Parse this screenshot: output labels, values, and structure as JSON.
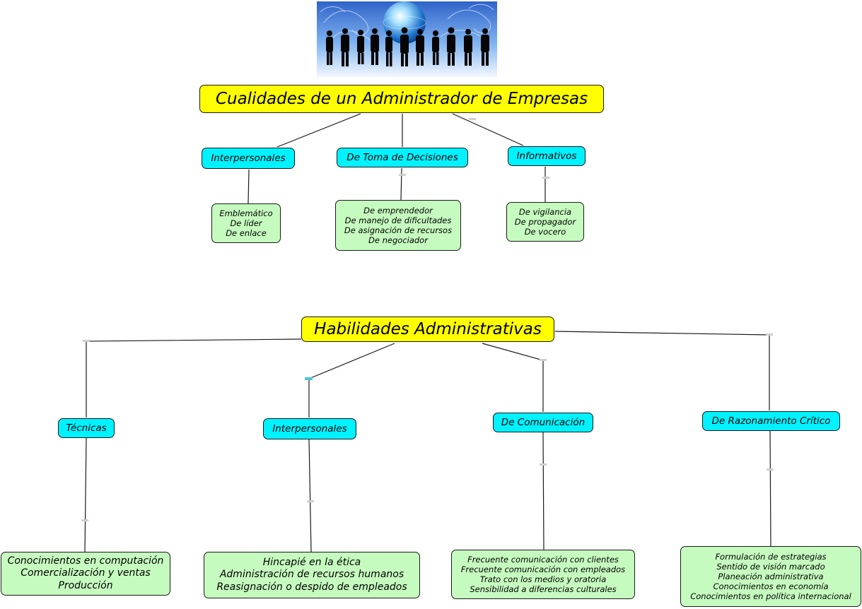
{
  "map1": {
    "title": "Cualidades de un Administrador de Empresas",
    "categories": [
      {
        "label": "Interpersonales",
        "items": [
          "Emblemático",
          "De líder",
          "De enlace"
        ]
      },
      {
        "label": "De Toma de Decisiones",
        "items": [
          "De emprendedor",
          "De manejo de dificultades",
          "De asignación de recursos",
          "De negociador"
        ]
      },
      {
        "label": "Informativos",
        "items": [
          "De vigilancia",
          "De propagador",
          "De vocero"
        ]
      }
    ]
  },
  "map2": {
    "title": "Habilidades Administrativas",
    "categories": [
      {
        "label": "Técnicas",
        "items": [
          "Conocimientos en computación",
          "Comercialización y ventas",
          "Producción"
        ]
      },
      {
        "label": "Interpersonales",
        "items": [
          "Hincapié en la ética",
          "Administración de recursos humanos",
          "Reasignación o despido de empleados"
        ]
      },
      {
        "label": "De Comunicación",
        "items": [
          "Frecuente comunicación con clientes",
          "Frecuente comunicación con empleados",
          "Trato con los medios y oratoria",
          "Sensibilidad a diferencias culturales"
        ]
      },
      {
        "label": "De Razonamiento Crítico",
        "items": [
          "Formulación de estrategias",
          "Sentido de visión marcado",
          "Planeación administrativa",
          "Conocimientos en economía",
          "Conocimientos en política internacional"
        ]
      }
    ]
  },
  "colors": {
    "title_bg": "#ffff00",
    "category_bg": "#00f2ff",
    "leaf_bg": "#c6fbbf",
    "line": "#1a1a1a"
  }
}
